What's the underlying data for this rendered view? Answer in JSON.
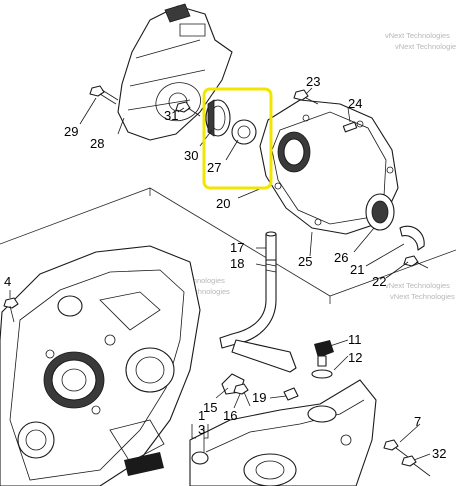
{
  "callouts": [
    {
      "id": "c4",
      "label": "4"
    },
    {
      "id": "c7",
      "label": "7"
    },
    {
      "id": "c11",
      "label": "11"
    },
    {
      "id": "c12",
      "label": "12"
    },
    {
      "id": "c15",
      "label": "15"
    },
    {
      "id": "c16",
      "label": "16"
    },
    {
      "id": "c17",
      "label": "17"
    },
    {
      "id": "c18",
      "label": "18"
    },
    {
      "id": "c19",
      "label": "19"
    },
    {
      "id": "c20",
      "label": "20"
    },
    {
      "id": "c21",
      "label": "21"
    },
    {
      "id": "c22",
      "label": "22"
    },
    {
      "id": "c23",
      "label": "23"
    },
    {
      "id": "c24",
      "label": "24"
    },
    {
      "id": "c25",
      "label": "25"
    },
    {
      "id": "c26",
      "label": "26"
    },
    {
      "id": "c27",
      "label": "27"
    },
    {
      "id": "c28",
      "label": "28"
    },
    {
      "id": "c29",
      "label": "29"
    },
    {
      "id": "c30",
      "label": "30"
    },
    {
      "id": "c31",
      "label": "31"
    },
    {
      "id": "c32",
      "label": "32"
    },
    {
      "id": "c1",
      "label": "1"
    },
    {
      "id": "c3",
      "label": "3"
    }
  ],
  "watermark": {
    "line1": "vNext Technologies",
    "line2": "vNext Technologies"
  },
  "highlight": {
    "color": "#f2e600",
    "target_callout": "27"
  },
  "colors": {
    "ink": "#1a1a1a",
    "watermark": "#b8b8b8"
  }
}
